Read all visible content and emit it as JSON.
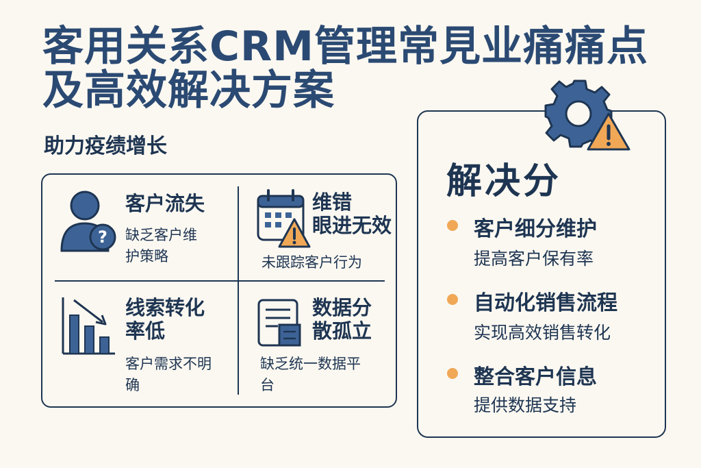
{
  "title": {
    "line1": "客用关系CRM管理常見业痛痛点",
    "line2": "及高效解决方案"
  },
  "subtitle": "助力疫绩增长",
  "pain_points": [
    {
      "title": "客户流失",
      "desc_line1": "缺乏客户维",
      "desc_line2": "护策略",
      "icon": "user-question-icon"
    },
    {
      "title_line1": "维错",
      "title_line2": "眼进无效",
      "desc_line1": "未跟踪客户行为",
      "icon": "calendar-warning-icon"
    },
    {
      "title_line1": "线索转化",
      "title_line2": "率低",
      "desc_line1": "客户需求不明",
      "desc_line2": "确",
      "icon": "declining-bar-chart-icon"
    },
    {
      "title_line1": "数据分",
      "title_line2": "散孤立",
      "desc_line1": "缺乏统一数据平",
      "desc_line2": "台",
      "icon": "document-list-icon"
    }
  ],
  "solutions": {
    "heading": "解决分",
    "icon": "gear-warning-icon",
    "items": [
      {
        "title": "客户细分维护",
        "desc": "提高客户保有率"
      },
      {
        "title": "自动化销售流程",
        "desc": "实现高效销售转化"
      },
      {
        "title": "整合客户信息",
        "desc": "提供数据支持"
      }
    ]
  },
  "colors": {
    "navy": "#1e3552",
    "icon_blue": "#3d6396",
    "accent_orange": "#f0a857",
    "background": "#fbf8f1"
  }
}
